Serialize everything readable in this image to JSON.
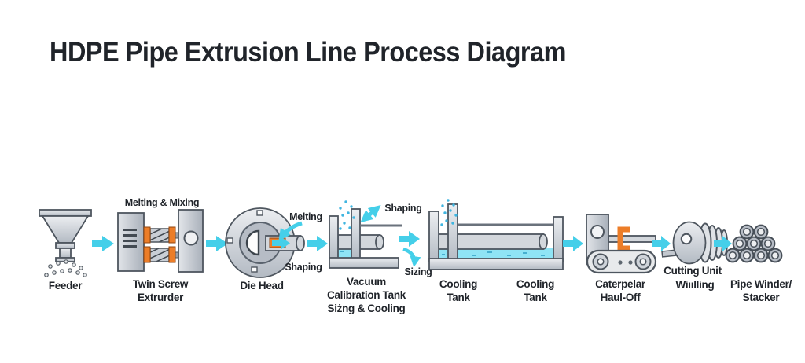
{
  "title": "HDPE Pipe Extrusion Line Process Diagram",
  "diagram": {
    "stages": [
      {
        "id": "feeder",
        "label": "Feeder"
      },
      {
        "id": "twin-screw-extruder",
        "process": "Melting & Mixing",
        "label1": "Twin Screw",
        "label2": "Extrurder"
      },
      {
        "id": "die-head",
        "process_in": "Melting",
        "process_out": "Shaping",
        "label": "Die Head"
      },
      {
        "id": "vacuum-calibration-tank",
        "process_top": "Shaping",
        "process_out": "Sizing",
        "label1": "Vacuum",
        "label2": "Calibration Tank",
        "label3": "Siżng & Cooling"
      },
      {
        "id": "cooling-tank-1",
        "label1": "Cooling",
        "label2": "Tank"
      },
      {
        "id": "cooling-tank-2",
        "label1": "Cooling",
        "label2": "Tank"
      },
      {
        "id": "caterpillar-haul-off",
        "label1": "Caterpelar",
        "label2": "Haul-Off"
      },
      {
        "id": "cutting-unit",
        "label1": "Cutting Unit",
        "label2": "Wiıılling"
      },
      {
        "id": "pipe-winder-stacker",
        "label1": "Pipe Winder/",
        "label2": "Stacker"
      }
    ]
  },
  "colors": {
    "arrow_cyan": "#45cfe9",
    "water_cyan": "#8fe4f5",
    "accent_orange": "#ec7d28",
    "machine_gray": "#c6ccd4",
    "outline_gray": "#4e565f",
    "ink": "#20242a",
    "background": "#ffffff"
  }
}
